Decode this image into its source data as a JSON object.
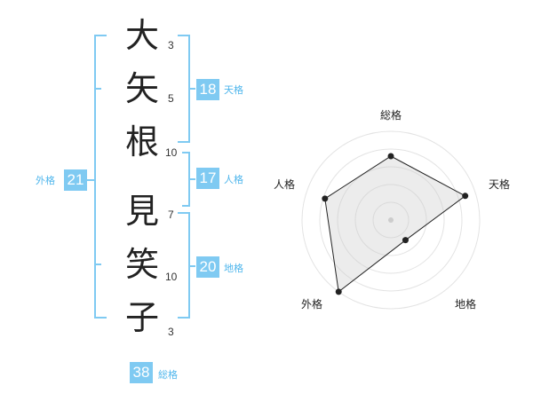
{
  "name": {
    "characters": [
      {
        "char": "大",
        "strokes": "3"
      },
      {
        "char": "矢",
        "strokes": "5"
      },
      {
        "char": "根",
        "strokes": "10"
      },
      {
        "char": "見",
        "strokes": "7"
      },
      {
        "char": "笑",
        "strokes": "10"
      },
      {
        "char": "子",
        "strokes": "3"
      }
    ]
  },
  "scores": {
    "tenkaku": {
      "value": "18",
      "label": "天格"
    },
    "jinkaku": {
      "value": "17",
      "label": "人格"
    },
    "chikaku": {
      "value": "20",
      "label": "地格"
    },
    "gaikaku": {
      "value": "21",
      "label": "外格"
    },
    "soukaku": {
      "value": "38",
      "label": "総格"
    }
  },
  "colors": {
    "accent": "#7fcaf2",
    "accent_text": "#4fb6ec",
    "bracket": "#7fcaf2"
  },
  "chart_data": {
    "type": "radar",
    "axes": [
      "総格",
      "天格",
      "地格",
      "外格",
      "人格"
    ],
    "values": [
      0.72,
      0.88,
      0.28,
      1.0,
      0.78
    ],
    "range": [
      0,
      1
    ],
    "rings": 5
  }
}
